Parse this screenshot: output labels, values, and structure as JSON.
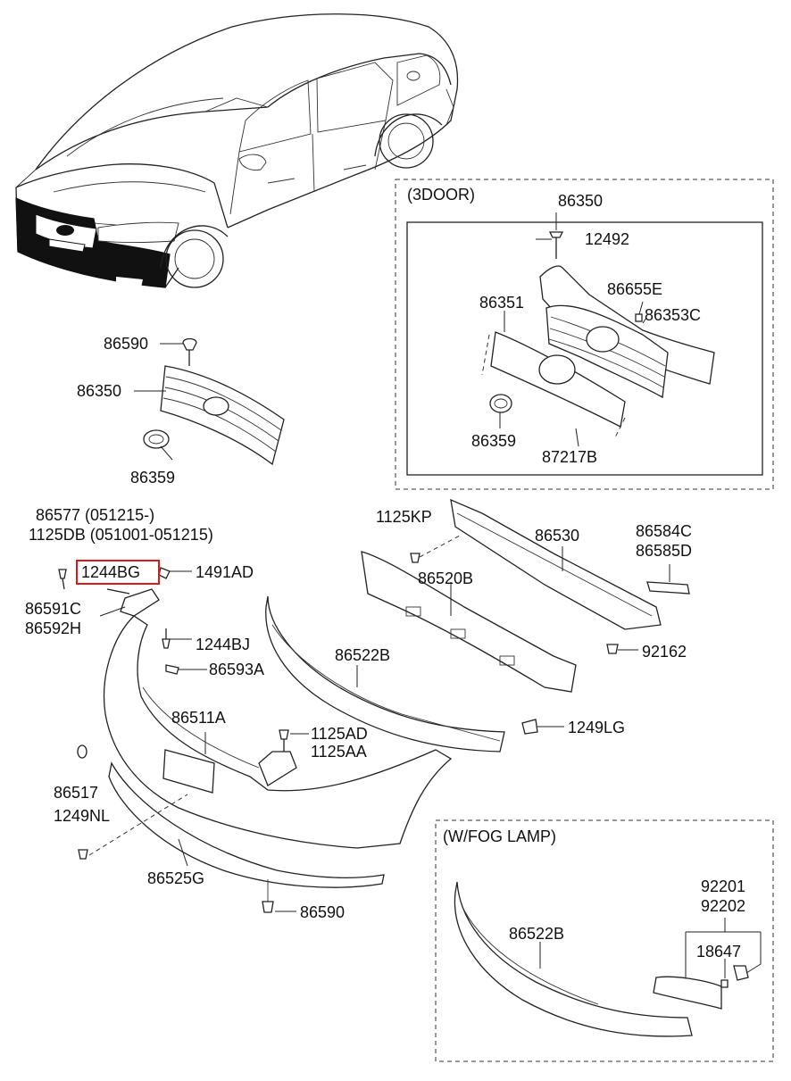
{
  "boxes": {
    "three_door": "(3DOOR)",
    "fog_lamp": "(W/FOG LAMP)"
  },
  "labels": {
    "p86350_top": "86350",
    "p12492": "12492",
    "p86655E": "86655E",
    "p86351": "86351",
    "p86353C": "86353C",
    "p86359_box": "86359",
    "p87217B": "87217B",
    "p86590_top": "86590",
    "p86350": "86350",
    "p86359": "86359",
    "p86577": "86577 (051215-)",
    "p1125DB": "1125DB (051001-051215)",
    "p1244BG": "1244BG",
    "p1491AD": "1491AD",
    "p86591C": "86591C",
    "p86592H": "86592H",
    "p1244BJ": "1244BJ",
    "p86593A": "86593A",
    "p86511A": "86511A",
    "p1125AD": "1125AD",
    "p1125AA": "1125AA",
    "p86517": "86517",
    "p1249NL": "1249NL",
    "p86525G": "86525G",
    "p86590_bottom": "86590",
    "p1125KP": "1125KP",
    "p86530": "86530",
    "p86584C": "86584C",
    "p86585D": "86585D",
    "p86520B": "86520B",
    "p92162": "92162",
    "p86522B": "86522B",
    "p1249LG": "1249LG",
    "p92201": "92201",
    "p92202": "92202",
    "p18647": "18647",
    "p86522B_fog": "86522B"
  },
  "highlight": {
    "part": "1244BG",
    "color": "#e0161b"
  }
}
